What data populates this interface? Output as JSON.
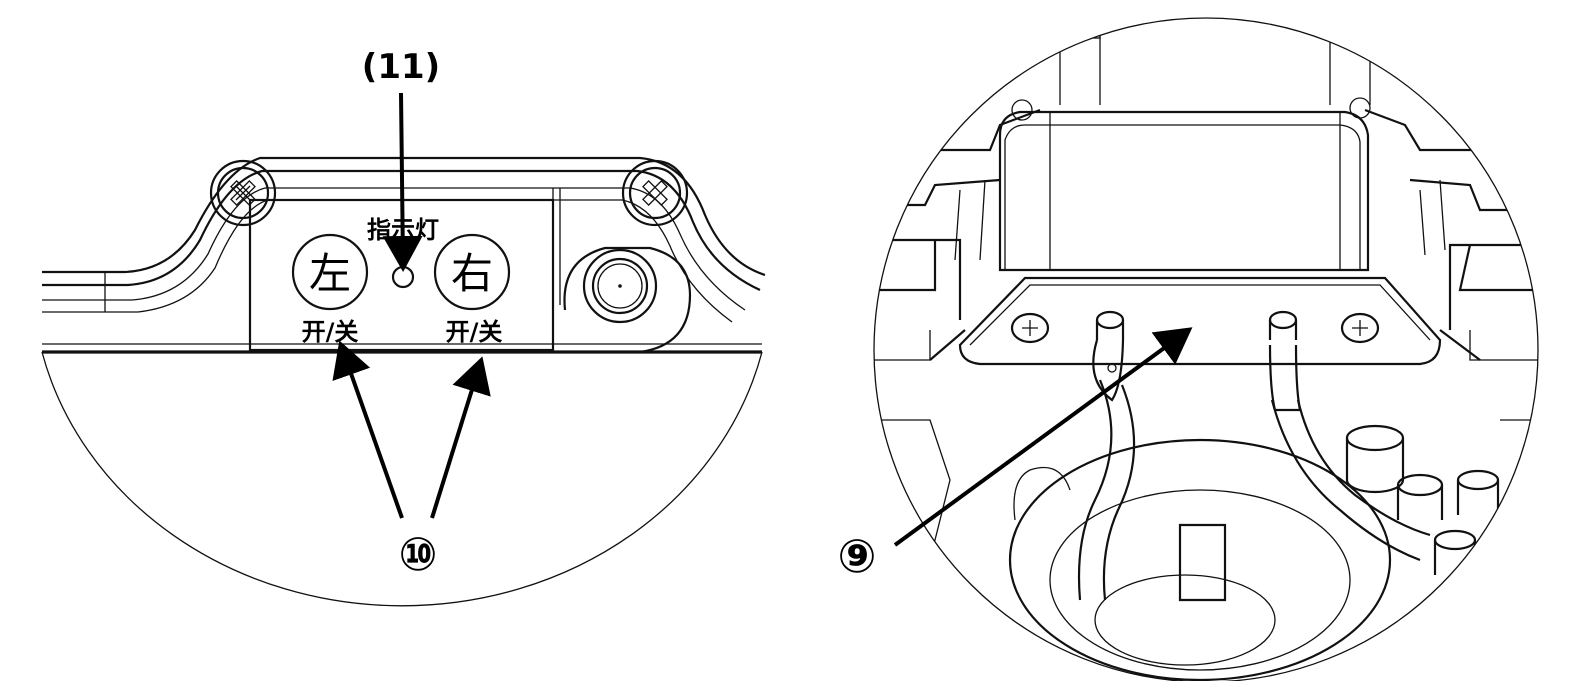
{
  "callouts": {
    "indicator_number": "(11)",
    "switch_number": "⑩",
    "terminal_number": "⑨"
  },
  "labels": {
    "indicator": "指示灯",
    "left_button": "左",
    "right_button": "右",
    "left_switch": "开/关",
    "right_switch": "开/关"
  },
  "colors": {
    "line": "#111111",
    "background": "#ffffff"
  }
}
